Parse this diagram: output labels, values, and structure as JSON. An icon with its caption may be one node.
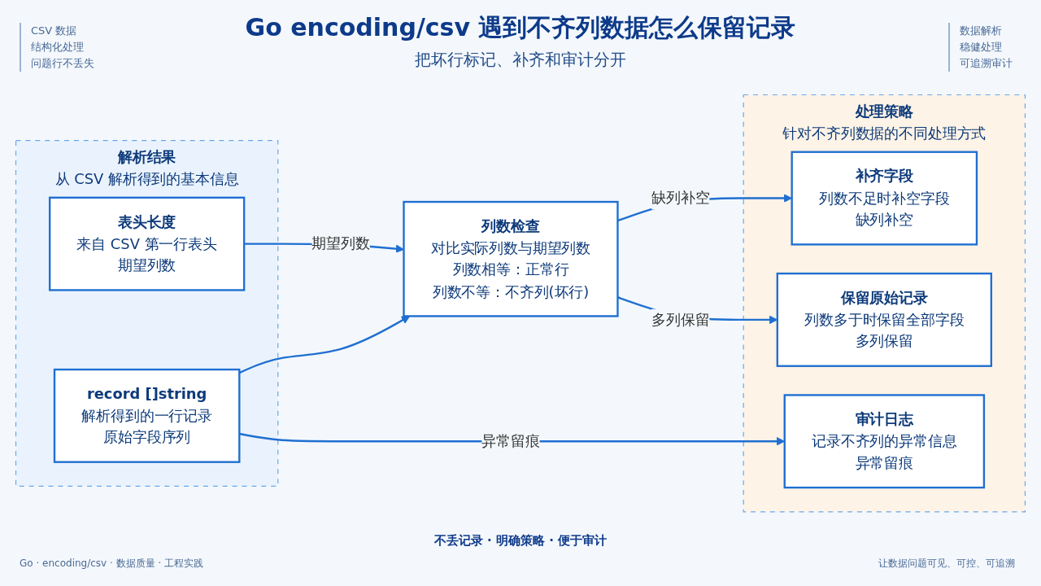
{
  "diagram": {
    "title": "Go encoding/csv 遇到不齐列数据怎么保留记录",
    "nodes": [
      {
        "text": [
          "解析结果",
          "从 CSV 解析得到的基本信息"
        ]
      },
      {
        "text": [
          "表头长度",
          "来自 CSV 第一行表头",
          "期望列数"
        ],
        "in": 0
      },
      {
        "text": [
          "record []string",
          "解析得到的一行记录",
          "原始字段序列"
        ],
        "in": 0
      },
      {
        "text": [
          "列数检查",
          "对比实际列数与期望列数",
          "列数相等：正常行",
          "列数不等：不齐列(坏行)"
        ]
      },
      {
        "text": [
          "处理策略",
          "针对不齐列数据的不同处理方式"
        ]
      },
      {
        "text": [
          "补齐字段",
          "列数不足时补空字段",
          "缺列补空"
        ],
        "in": 4
      },
      {
        "text": [
          "保留原始记录",
          "列数多于时保留全部字段",
          "多列保留"
        ],
        "in": 4
      },
      {
        "text": [
          "审计日志",
          "记录不齐列的异常信息",
          "异常留痕"
        ],
        "in": 4
      }
    ],
    "edges": [
      {
        "from": 1,
        "to": 3,
        "arrow": "to",
        "label": "期望列数"
      },
      {
        "from": 2,
        "to": 3,
        "arrow": "to"
      },
      {
        "from": 3,
        "to": 5,
        "arrow": "to",
        "label": "缺列补空"
      },
      {
        "from": 3,
        "to": 6,
        "arrow": "to",
        "label": "多列保留"
      },
      {
        "from": 2,
        "to": 7,
        "arrow": "to",
        "label": "异常留痕"
      }
    ],
    "labels": [
      "把坏行标记、补齐和审计分开",
      "CSV 数据",
      "结构化处理",
      "问题行不丢失",
      "数据解析",
      "稳健处理",
      "可追溯审计",
      "不丢记录 · 明确策略 · 便于审计",
      "Go · encoding/csv · 数据质量 · 工程实践",
      "让数据问题可见、可控、可追溯"
    ]
  }
}
